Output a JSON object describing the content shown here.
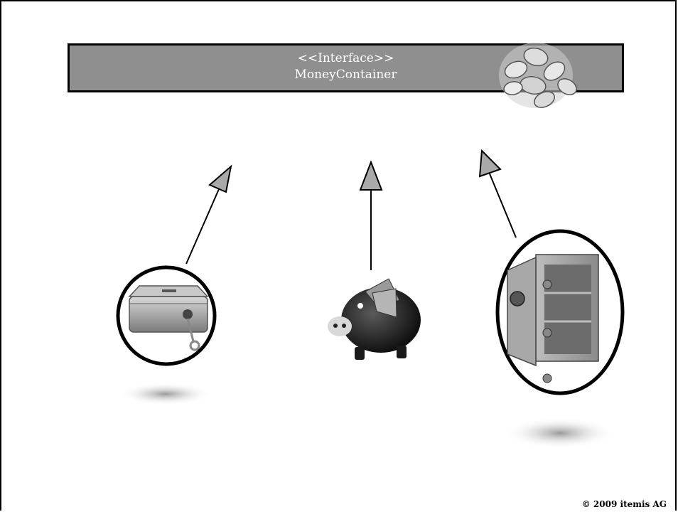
{
  "interface": {
    "stereotype": "<<Interface>>",
    "name": "MoneyContainer"
  },
  "implementations": [
    {
      "icon": "cash-box-icon"
    },
    {
      "icon": "piggy-bank-icon"
    },
    {
      "icon": "safe-icon"
    }
  ],
  "decor": {
    "icon": "coins-icon"
  },
  "footer": {
    "copyright": "© 2009 itemis AG"
  },
  "colors": {
    "box_fill": "#8f8f8f",
    "arrow_head": "#a9a9a9"
  }
}
